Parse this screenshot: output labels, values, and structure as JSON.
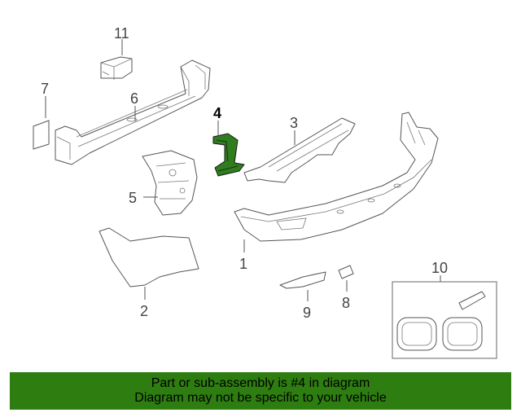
{
  "callouts": {
    "c1": "1",
    "c2": "2",
    "c3": "3",
    "c4": "4",
    "c5": "5",
    "c6": "6",
    "c7": "7",
    "c8": "8",
    "c9": "9",
    "c10": "10",
    "c11": "11"
  },
  "highlight_part": "4",
  "colors": {
    "highlight": "#2f7d1e",
    "banner": "#2e7d10"
  },
  "banner": {
    "line1": "Part or sub-assembly is #4 in diagram",
    "line2": "Diagram may not be specific to your vehicle"
  }
}
